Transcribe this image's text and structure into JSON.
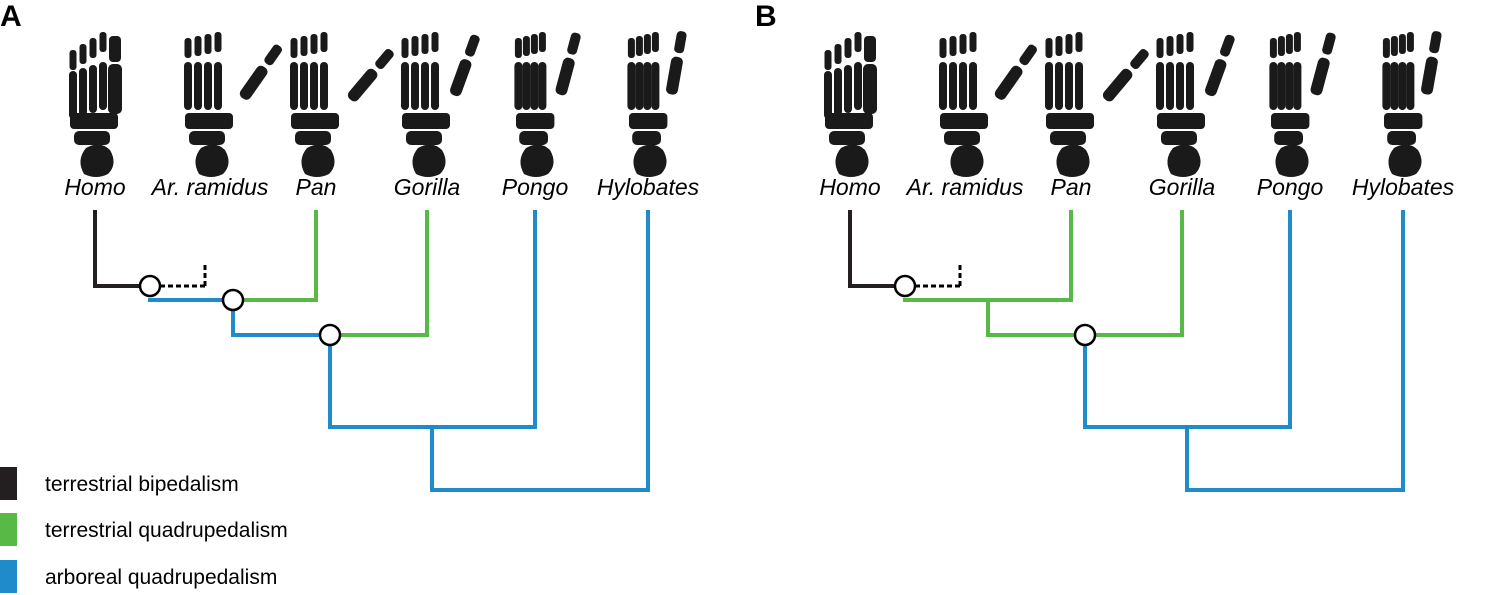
{
  "panels": [
    {
      "letter": "A",
      "taxa": [
        "Homo",
        "Ar. ramidus",
        "Pan",
        "Gorilla",
        "Pongo",
        "Hylobates"
      ]
    },
    {
      "letter": "B",
      "taxa": [
        "Homo",
        "Ar. ramidus",
        "Pan",
        "Gorilla",
        "Pongo",
        "Hylobates"
      ]
    }
  ],
  "legend": [
    {
      "label": "terrestrial bipedalism",
      "color": "#231f20"
    },
    {
      "label": "terrestrial quadrupedalism",
      "color": "#58b947"
    },
    {
      "label": "arboreal quadrupedalism",
      "color": "#1f8bcb"
    }
  ],
  "colors": {
    "bipedal": "#231f20",
    "terrestrial_quad": "#58b947",
    "arboreal_quad": "#1f8bcb",
    "node_fill": "#ffffff"
  },
  "tree_states": {
    "A": {
      "homo": "bipedal",
      "ardi_stem": "arboreal_quad",
      "pan": "terrestrial_quad",
      "pan_stem": "arboreal_quad",
      "gorilla": "terrestrial_quad",
      "gorilla_stem": "arboreal_quad",
      "pongo": "arboreal_quad",
      "hylobates": "arboreal_quad"
    },
    "B": {
      "homo": "bipedal",
      "ardi_stem": "terrestrial_quad",
      "pan": "terrestrial_quad",
      "pan_stem": "terrestrial_quad",
      "gorilla": "terrestrial_quad",
      "gorilla_stem": "arboreal_quad",
      "pongo": "arboreal_quad",
      "hylobates": "arboreal_quad"
    }
  },
  "icons": [
    "foot-skeleton-icon"
  ]
}
